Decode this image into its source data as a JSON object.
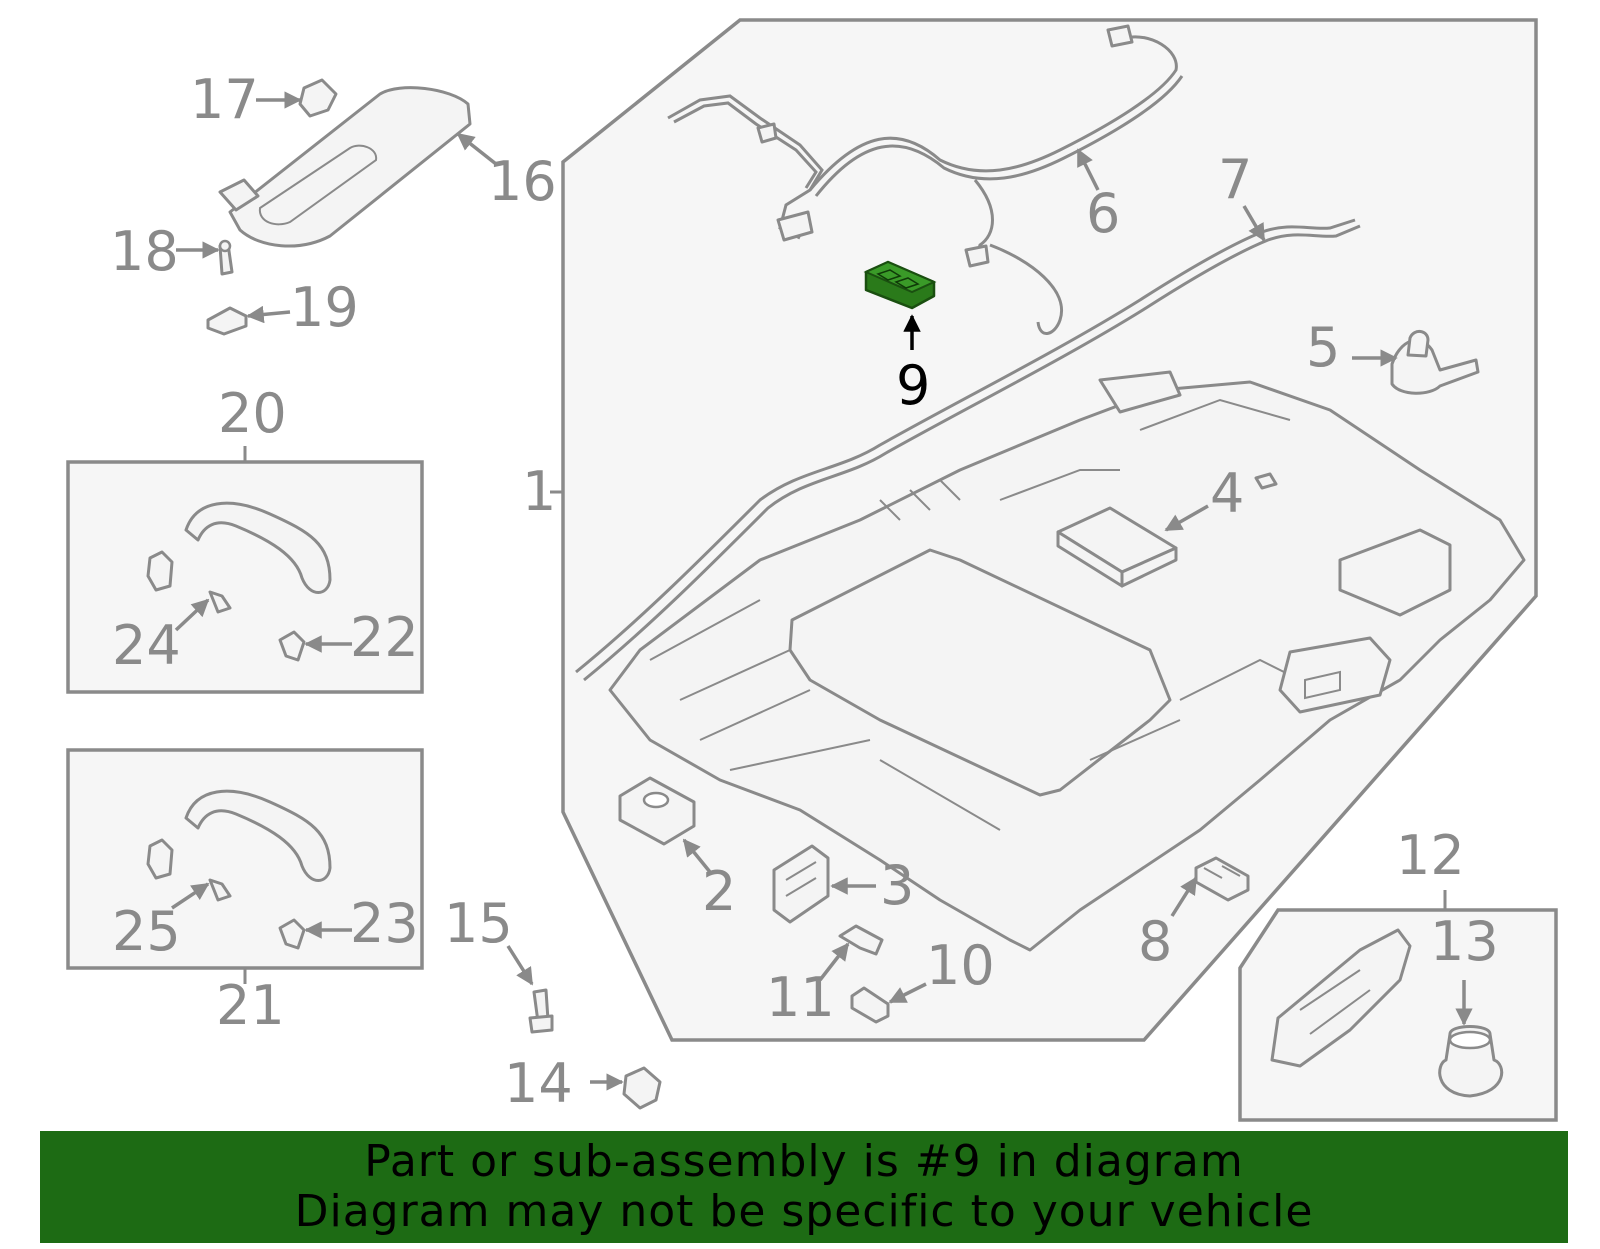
{
  "highlighted_part": "9",
  "colors": {
    "highlight": "#2a7a1a",
    "banner": "#1d6b14",
    "lines": "#8a8a8a"
  },
  "callouts": {
    "c1": "1",
    "c2": "2",
    "c3": "3",
    "c4": "4",
    "c5": "5",
    "c6": "6",
    "c7": "7",
    "c8": "8",
    "c9": "9",
    "c10": "10",
    "c11": "11",
    "c12": "12",
    "c13": "13",
    "c14": "14",
    "c15": "15",
    "c16": "16",
    "c17": "17",
    "c18": "18",
    "c19": "19",
    "c20": "20",
    "c21": "21",
    "c22": "22",
    "c23": "23",
    "c24": "24",
    "c25": "25"
  },
  "banner": {
    "line1": "Part or sub-assembly is #9 in diagram",
    "line2": "Diagram may not be specific to your vehicle"
  }
}
